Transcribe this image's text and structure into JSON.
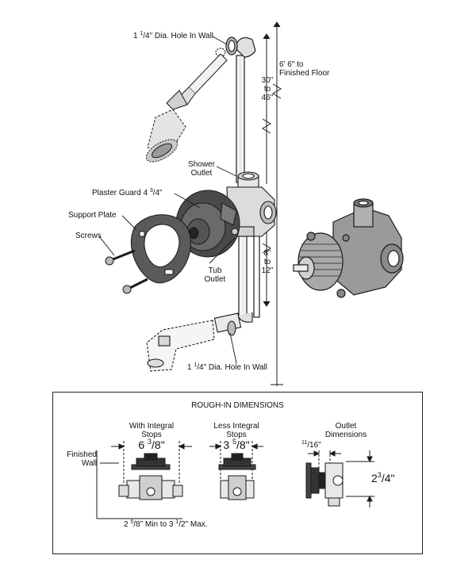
{
  "labels": {
    "hole_top": {
      "pre": "1 ",
      "sup": "1",
      "post": "/4\" Dia. Hole In Wall"
    },
    "floor_height": [
      "6' 6\" to",
      "Finished Floor"
    ],
    "shower_range": [
      "30\"",
      "to",
      "46\""
    ],
    "shower_outlet": [
      "Shower",
      "Outlet"
    ],
    "plaster_guard": {
      "pre": "Plaster Guard 4 ",
      "sup": "3",
      "post": "/4\""
    },
    "support_plate": "Support Plate",
    "screws": "Screws",
    "tub_outlet": [
      "Tub",
      "Outlet"
    ],
    "tub_range": [
      "8\"",
      "to",
      "12\""
    ],
    "hole_bottom": {
      "pre": "1 ",
      "sup": "1",
      "post": "/4\" Dia. Hole In Wall"
    }
  },
  "rough_in": {
    "title": "ROUGH-IN DIMENSIONS",
    "integral": {
      "title": [
        "With Integral",
        "Stops"
      ],
      "pre": "6 ",
      "sup": "3",
      "post": "/8\""
    },
    "less": {
      "title": [
        "Less Integral",
        "Stops"
      ],
      "pre": "3 ",
      "sup": "5",
      "post": "/8\""
    },
    "outlet": {
      "title": [
        "Outlet",
        "Dimensions"
      ],
      "depth_sup": "11",
      "depth_post": "/16\"",
      "height_pre": "2",
      "height_sup": "3",
      "height_post": "/4\""
    },
    "finished_wall": [
      "Finished",
      "Wall"
    ],
    "range": {
      "pre": "2 ",
      "sup1": "5",
      "mid": "/8\" Min to 3 ",
      "sup2": "1",
      "post": "/2\" Max."
    }
  },
  "colors": {
    "line": "#1a1a1a",
    "metal": "#8a8a8a",
    "dark": "#3a3a3a",
    "plate": "#555555",
    "light": "#d9d9d9"
  }
}
